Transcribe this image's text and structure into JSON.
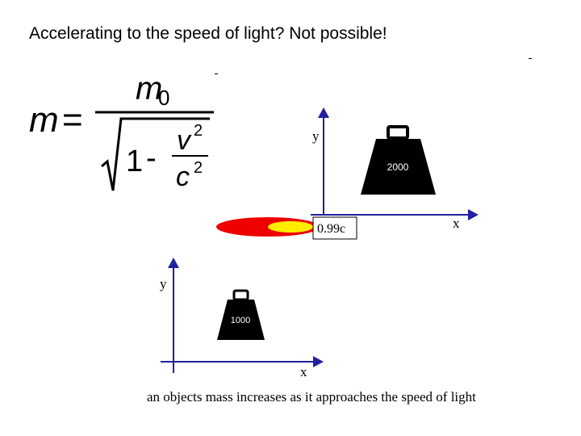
{
  "slide": {
    "title": "Accelerating to the speed of light?  Not possible!",
    "caption": "an objects mass increases as it approaches the speed of light"
  },
  "formula": {
    "lhs": "m",
    "equals": "=",
    "numerator": "m",
    "numerator_sub": "0",
    "radicand_one": "1",
    "minus": "-",
    "v": "v",
    "v_exp": "2",
    "c": "c",
    "c_exp": "2"
  },
  "upper_axes": {
    "y_label": "y",
    "x_label": "x",
    "weight_value": "2000",
    "speed_label": "0.99c"
  },
  "lower_axes": {
    "y_label": "y",
    "x_label": "x",
    "weight_value": "1000"
  },
  "colors": {
    "axis": "#2020a0",
    "flame_outer": "#ee0000",
    "flame_inner": "#ffee00",
    "weight": "#000000"
  }
}
